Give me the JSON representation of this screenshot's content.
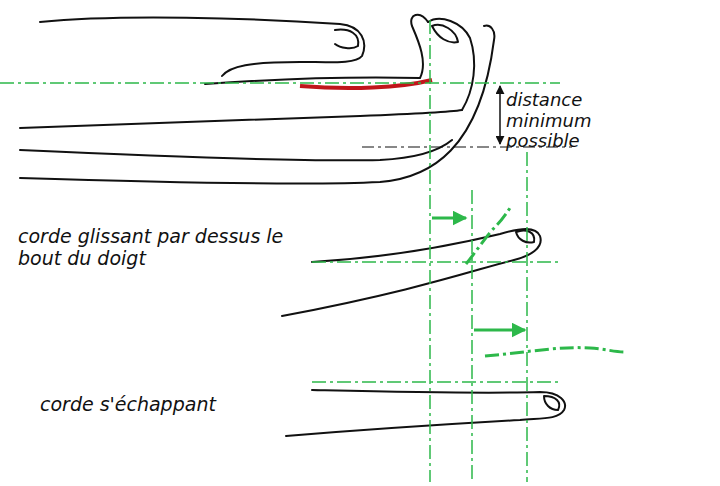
{
  "diagram": {
    "labels": [
      "distance minimum possible",
      "corde glissant par dessus le bout du doigt",
      "corde s'échappant"
    ]
  }
}
